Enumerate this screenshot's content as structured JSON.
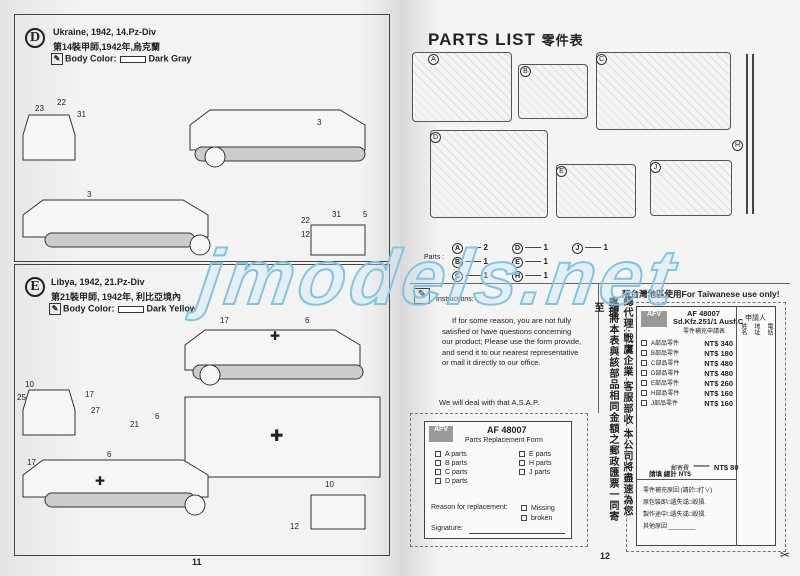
{
  "left_page": {
    "page_number": "11",
    "scheme_d": {
      "letter": "D",
      "title": "Ukraine, 1942, 14.Pz-Div",
      "title_zh": "第14裝甲師,1942年,烏克蘭",
      "body_color_label": "Body Color:",
      "color_name": "Dark Gray",
      "callouts": [
        "23",
        "22",
        "31",
        "3",
        "3",
        "31",
        "5",
        "12",
        "22"
      ]
    },
    "scheme_e": {
      "letter": "E",
      "title": "Libya, 1942, 21.Pz-Div",
      "title_zh": "第21裝甲師, 1942年, 利比亞境內",
      "body_color_label": "Body Color:",
      "color_name": "Dark Yellow",
      "callouts": [
        "17",
        "6",
        "10",
        "25",
        "17",
        "27",
        "6",
        "21",
        "17",
        "6",
        "10",
        "12"
      ]
    }
  },
  "right_page": {
    "page_number": "12",
    "heading": "PARTS LIST",
    "heading_zh": "零件表",
    "sprues": [
      "A",
      "B",
      "C",
      "D",
      "E",
      "H",
      "J"
    ],
    "parts_label": "Parts :",
    "parts_counts": [
      {
        "sprue": "A",
        "qty": "2"
      },
      {
        "sprue": "D",
        "qty": "1"
      },
      {
        "sprue": "J",
        "qty": "1"
      },
      {
        "sprue": "B",
        "qty": "1"
      },
      {
        "sprue": "E",
        "qty": "1"
      },
      {
        "sprue": "C",
        "qty": "1"
      },
      {
        "sprue": "H",
        "qty": "1"
      }
    ],
    "instructions": {
      "title": "Instructions:",
      "body": "If for some reason, you are not fully satisfied or have questions concerning our product; Please use the form provide, and send it to our nearest representative or mail it directly to our office.",
      "footer": "We will deal with that A.S.A.P."
    },
    "vertical_zh": [
      "總代理:戰鷹企業 客服部收 本公司將盡速為您處理",
      "請將本表與該部品相同金額之郵政匯票一同寄至"
    ],
    "replacement_form": {
      "code": "AF 48007",
      "title": "Parts Replacement Form",
      "parts_left": [
        "A   parts",
        "B   parts",
        "C   parts",
        "D   parts"
      ],
      "parts_right": [
        "E   parts",
        "H   parts",
        "J   parts"
      ],
      "reason_label": "Reason for replacement:",
      "reasons": [
        "Missing",
        "broken"
      ],
      "signature_label": "Signature:"
    },
    "taiwan_form": {
      "banner": "限台灣地區使用For Taiwanese use only!",
      "code": "AF 48007",
      "model": "Sd.Kfz.251/1  Ausf.C",
      "subtitle": "零件補充申請表",
      "applicant_header": "申請人",
      "applicant_fields": [
        "姓名",
        "地址",
        "電話"
      ],
      "prices": [
        {
          "item": "A部品零件",
          "price": "NT$ 340"
        },
        {
          "item": "B部品零件",
          "price": "NT$ 180"
        },
        {
          "item": "C部品零件",
          "price": "NT$ 480"
        },
        {
          "item": "D部品零件",
          "price": "NT$ 480"
        },
        {
          "item": "E部品零件",
          "price": "NT$ 260"
        },
        {
          "item": "H部品零件",
          "price": "NT$ 160"
        },
        {
          "item": "J部品零件",
          "price": "NT$ 160"
        }
      ],
      "postage_label": "郵寄費",
      "postage_price": "NT$   80",
      "total_label": "請填   總計 NT$",
      "reason_header": "零件補充原因:(請於□打∨)",
      "reason_lines": [
        "原包裝即□遺失或□毀損.",
        "製作途中□遺失或□毀損.",
        "其他原因"
      ]
    }
  },
  "watermark": "jmodels.net"
}
